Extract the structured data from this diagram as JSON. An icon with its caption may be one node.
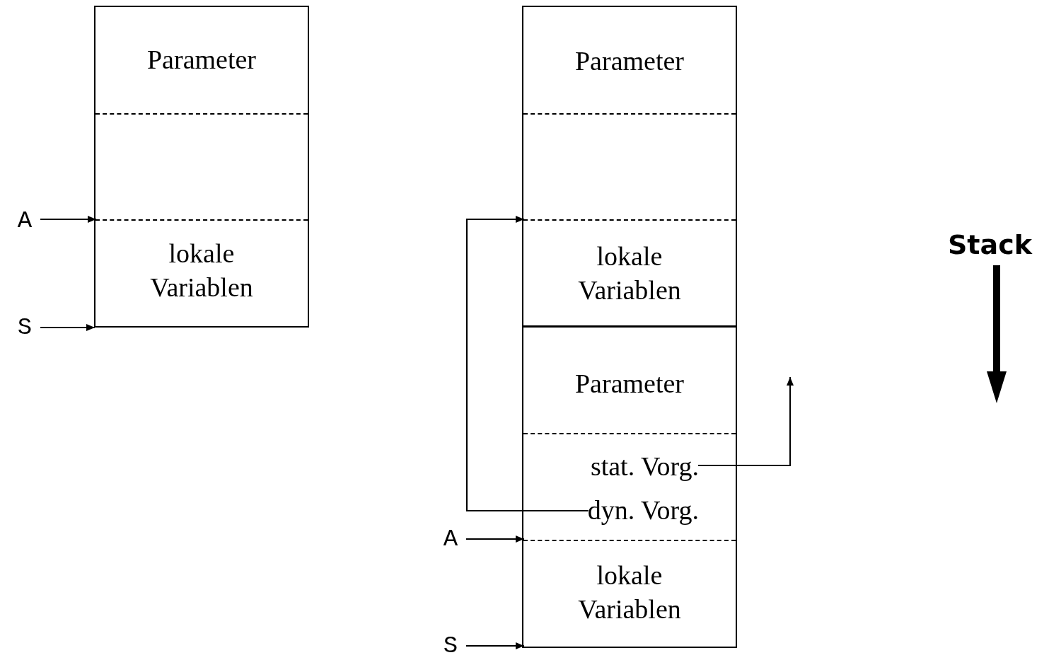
{
  "diagram": {
    "nodes": [
      {
        "text": [],
        "shape": "box"
      },
      {
        "text": [
          "Parameter"
        ],
        "in": 0
      },
      {
        "text": [],
        "shape": "box",
        "in": 0
      },
      {
        "text": [
          "lokale Variablen"
        ],
        "in": 0
      },
      {
        "text": [
          "A"
        ]
      },
      {
        "text": [
          "S"
        ]
      },
      {
        "text": [],
        "shape": "box"
      },
      {
        "text": [],
        "shape": "box",
        "in": 6
      },
      {
        "text": [],
        "shape": "box",
        "in": 6
      },
      {
        "text": [
          "Parameter"
        ],
        "in": 7
      },
      {
        "text": [],
        "shape": "box",
        "in": 7
      },
      {
        "text": [
          "lokale Variablen"
        ],
        "in": 7
      },
      {
        "text": [
          "Parameter"
        ],
        "in": 8
      },
      {
        "text": [
          "stat. Vorg."
        ],
        "in": 8
      },
      {
        "text": [
          "dyn. Vorg."
        ],
        "in": 8
      },
      {
        "text": [
          "lokale Variablen"
        ],
        "in": 8
      },
      {
        "text": [
          "A"
        ]
      },
      {
        "text": [
          "S"
        ]
      }
    ],
    "edges": [
      {
        "from": 4,
        "to": 3,
        "arrow": "to"
      },
      {
        "from": 5,
        "to": 0,
        "arrow": "to"
      },
      {
        "from": 14,
        "to": 11,
        "arrow": "to"
      },
      {
        "from": 13,
        "to": null,
        "arrow": "to"
      },
      {
        "from": 16,
        "to": 15,
        "arrow": "to"
      },
      {
        "from": 17,
        "to": 8,
        "arrow": "to"
      }
    ],
    "labels": [
      "Stack"
    ]
  }
}
